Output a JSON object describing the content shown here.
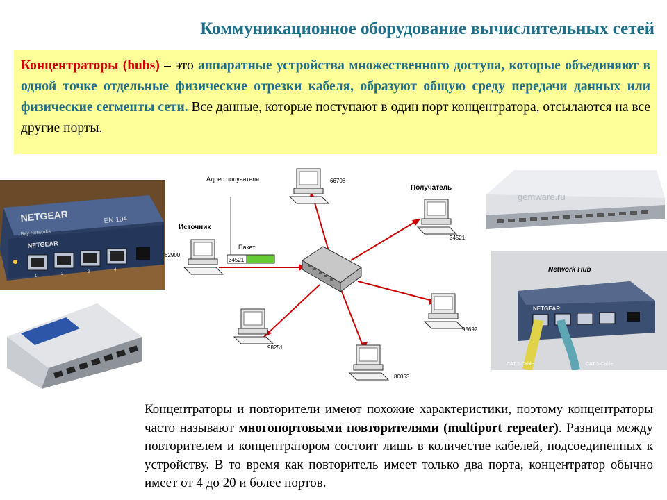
{
  "title": "Коммуникационное оборудование вычислительных сетей",
  "definition": {
    "term": "Концентраторы (hubs)",
    "dash": " – это ",
    "highlight": "аппаратные устройства множественного доступа, которые объединяют в одной точке отдельные физические отрезки кабеля, образуют общую среду передачи данных или физические сегменты сети.",
    "rest": " Все данные, которые поступают в один порт концентратора, отсылаются на все другие порты."
  },
  "photo_left_top": {
    "brand": "NETGEAR",
    "brand2": "NETGEAR",
    "model": "EN 104",
    "maker": "Bay Networks",
    "port_numbers": [
      "1",
      "2",
      "3",
      "4"
    ]
  },
  "photo_right_top": {
    "watermark": "gemware.ru"
  },
  "photo_right_mid": {
    "caption": "Network Hub",
    "brand": "NETGEAR",
    "cable_label_1": "CAT 5 Cable",
    "cable_label_2": "CAT 5 Cable"
  },
  "diagram": {
    "address_label": "Адрес получателя",
    "receiver_label": "Получатель",
    "source_label": "Источник",
    "packet_label": "Пакет",
    "packet_address": "34521",
    "nodes": [
      "66708",
      "34521",
      "62900",
      "95692",
      "98251",
      "80053"
    ]
  },
  "bottom_text": {
    "part1": "Концентраторы и повторители имеют похожие характеристики, поэтому концентраторы часто называют ",
    "bold": "многопортовыми повторителями (multiport repeater)",
    "part2": ". Разница между повторителем и концентратором состоит лишь в количестве кабелей, подсоединенных к устройству. В то время как повторитель имеет только два порта, концентратор обычно имеет от 4 до 20 и более портов."
  },
  "colors": {
    "title": "#1f6f8b",
    "term": "#cc0000",
    "box": "#ffff99",
    "arrow": "#cc0000",
    "packet": "#66cc33"
  }
}
